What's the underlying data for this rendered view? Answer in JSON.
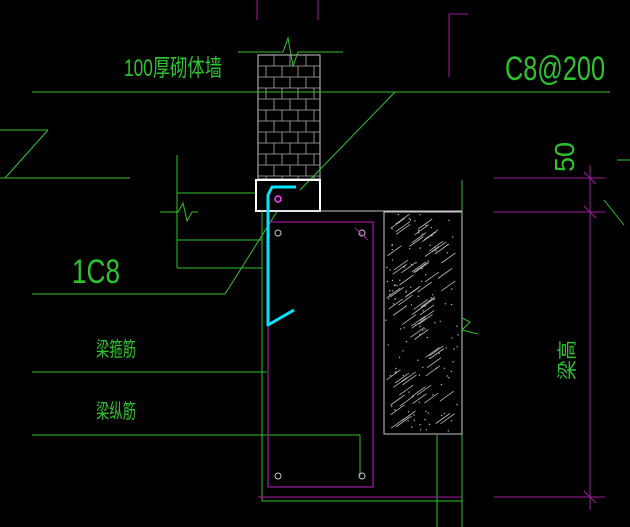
{
  "labels": {
    "wall": "100厚砌体墙",
    "stirrup_spec": "C8@200",
    "bar_spec": "1C8",
    "beam_stirrup": "梁箍筋",
    "beam_long_bar": "梁纵筋",
    "dim_50": "50",
    "beam_height": "梁高"
  },
  "colors": {
    "background": "#000000",
    "text": "#2ec32e",
    "leader": "#2ec32e",
    "structure": "#a01aa0",
    "outline": "#c8c8c8",
    "rebar": "#00e5ff",
    "highlight": "#ffffff"
  }
}
